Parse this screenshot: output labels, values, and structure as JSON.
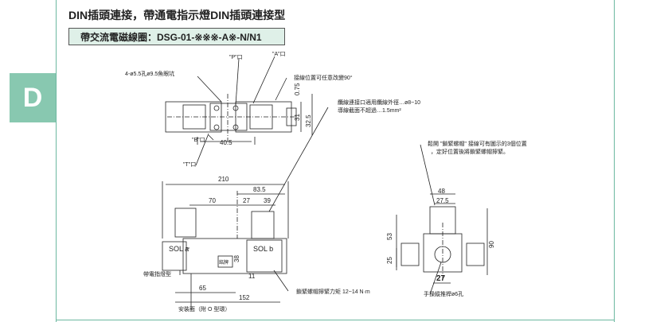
{
  "section_letter": "D",
  "title": "DIN插頭連接，帶通電指示燈DIN插頭連接型",
  "subtitle": "帶交流電磁線圈：DSG-01-※※※-A※-N/N1",
  "top_view": {
    "port_p": "\"P\"口",
    "port_a": "\"A\"口",
    "port_b": "\"B\"口",
    "port_t": "\"T\"口",
    "mount_holes": "4-ø5.5孔ø9.5魚眼坑",
    "cable_rotate_note": "接線位置可任意改變90°",
    "dims": [
      "0.75",
      "31",
      "32.5",
      "40.5"
    ]
  },
  "front_view": {
    "dims": [
      "210",
      "83.5",
      "70",
      "27",
      "39",
      "38",
      "11",
      "65",
      "152"
    ],
    "sol_a": "SOL a",
    "sol_b": "SOL b",
    "name_plate": "銘牌",
    "cable_note_1": "纜線連接口適用纜線外徑…ø8~10",
    "cable_note_2": "導線截面不超過…1.5mm²",
    "lamp_note": "帶電指燈型",
    "lock_torque_note": "鎖緊螺帽擰緊力矩 12~14 N·m",
    "mount_face_note": "安裝面（附 O 型環）"
  },
  "side_view": {
    "rotate_note_1": "鬆開 \"鎖緊螺帽\" 接線可有圖示的3個位置",
    "rotate_note_2": "，定好位置後將鎖緊螺帽擰緊。",
    "dims": [
      "48",
      "27.5",
      "53",
      "25",
      "90",
      "27"
    ],
    "manual_note": "手操縱推桿ø6孔"
  }
}
